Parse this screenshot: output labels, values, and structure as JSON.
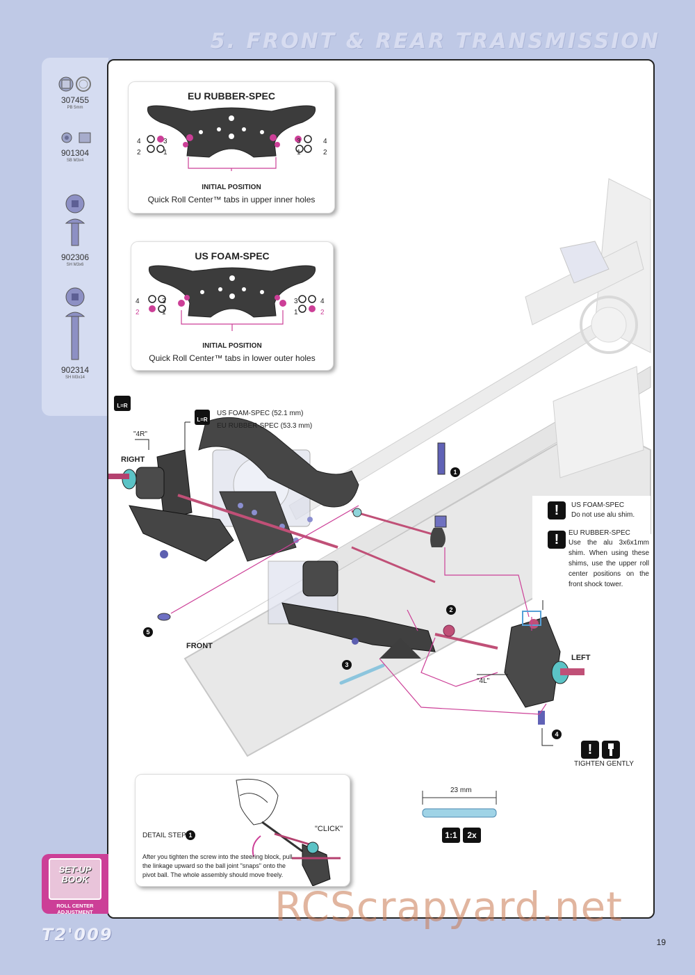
{
  "header": {
    "title": "5. FRONT & REAR TRANSMISSION"
  },
  "parts": [
    {
      "number": "307455",
      "desc": "PB 5mm",
      "icon": "pivot-ball-icon"
    },
    {
      "number": "901304",
      "desc": "SB M3x4",
      "icon": "set-screw-icon"
    },
    {
      "number": "902306",
      "desc": "SH M3x6",
      "icon": "button-head-screw-icon"
    },
    {
      "number": "902314",
      "desc": "SH M3x14",
      "icon": "long-button-head-screw-icon"
    }
  ],
  "eu_box": {
    "title": "EU RUBBER-SPEC",
    "subtitle": "INITIAL POSITION",
    "desc": "Quick Roll Center™ tabs in upper inner holes",
    "left_nums": [
      "4",
      "3",
      "2",
      "1"
    ],
    "right_nums": [
      "3",
      "4",
      "1",
      "2"
    ]
  },
  "us_box": {
    "title": "US FOAM-SPEC",
    "subtitle": "INITIAL POSITION",
    "desc": "Quick Roll Center™ tabs in lower outer holes",
    "left_nums": [
      "4",
      "3",
      "2",
      "1"
    ],
    "right_nums": [
      "3",
      "4",
      "1",
      "2"
    ]
  },
  "diagram": {
    "lr_icon": "L=R",
    "us_spec": "US FOAM-SPEC (52.1 mm)",
    "eu_spec": "EU RUBBER-SPEC (53.3 mm)",
    "label_4r": "\"4R\"",
    "label_4l": "\"4L\"",
    "right": "RIGHT",
    "left": "LEFT",
    "front": "FRONT",
    "steps": [
      "1",
      "2",
      "3",
      "4",
      "5"
    ],
    "accent": "#cc3f97"
  },
  "notes": {
    "us_title": "US FOAM-SPEC",
    "us_text": "Do not use alu shim.",
    "eu_title": "EU RUBBER-SPEC",
    "eu_text": "Use the alu 3x6x1mm shim. When using these shims, use the upper roll center positions on the front shock tower.",
    "tighten": "TIGHTEN GENTLY"
  },
  "detail": {
    "label": "DETAIL STEP",
    "step": "1",
    "click": "\"CLICK\"",
    "text": "After you tighten the screw into the steering block, pull the linkage upward so the ball joint \"snaps\" onto the pivot ball. The whole assembly should move freely."
  },
  "scale": {
    "length": "23 mm",
    "ratio1": "1:1",
    "ratio2": "2x"
  },
  "setup": {
    "book1": "SET-UP",
    "book2": "BOOK",
    "label": "ROLL CENTER ADJUSTMENT"
  },
  "footer": {
    "logo": "T2'009",
    "page": "19",
    "watermark": "RCScrapyard.net"
  }
}
